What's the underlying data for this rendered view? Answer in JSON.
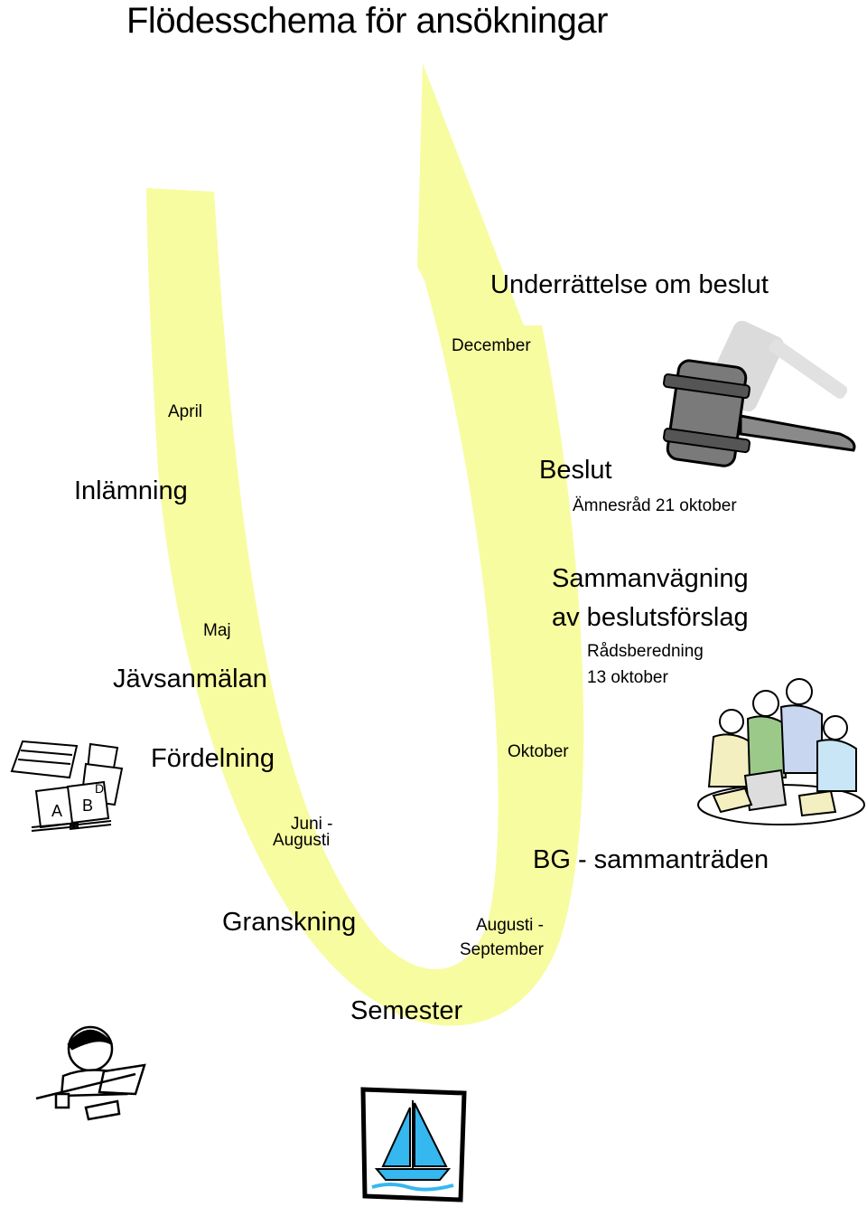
{
  "title": "Flödesschema för ansökningar",
  "stages": {
    "inlamning": {
      "label": "Inlämning",
      "month": "April"
    },
    "javsanmalan": {
      "label": "Jävsanmälan",
      "month": "Maj"
    },
    "fordelning": {
      "label": "Fördelning"
    },
    "granskning": {
      "label": "Granskning",
      "period": [
        "Juni -",
        "Augusti"
      ]
    },
    "semester": {
      "label": "Semester"
    },
    "bg": {
      "label": "BG - sammanträden",
      "period": [
        "Augusti -",
        "September"
      ],
      "month": "Oktober"
    },
    "sammanvagning": {
      "label": [
        "Sammanvägning",
        "av beslutsförslag"
      ],
      "detail": [
        "Rådsberedning",
        "13 oktober"
      ]
    },
    "beslut": {
      "label": "Beslut",
      "detail": "Ämnesråd 21 oktober"
    },
    "underrattelse": {
      "label": "Underrättelse om beslut",
      "month": "December"
    }
  },
  "colors": {
    "arrow": "#f7fca0",
    "water": "#35b7ef",
    "gavel": "#7a7a7a"
  },
  "icons": [
    "stacked-papers-icon",
    "reading-person-icon",
    "sailboat-icon",
    "meeting-icon",
    "gavel-icon"
  ]
}
